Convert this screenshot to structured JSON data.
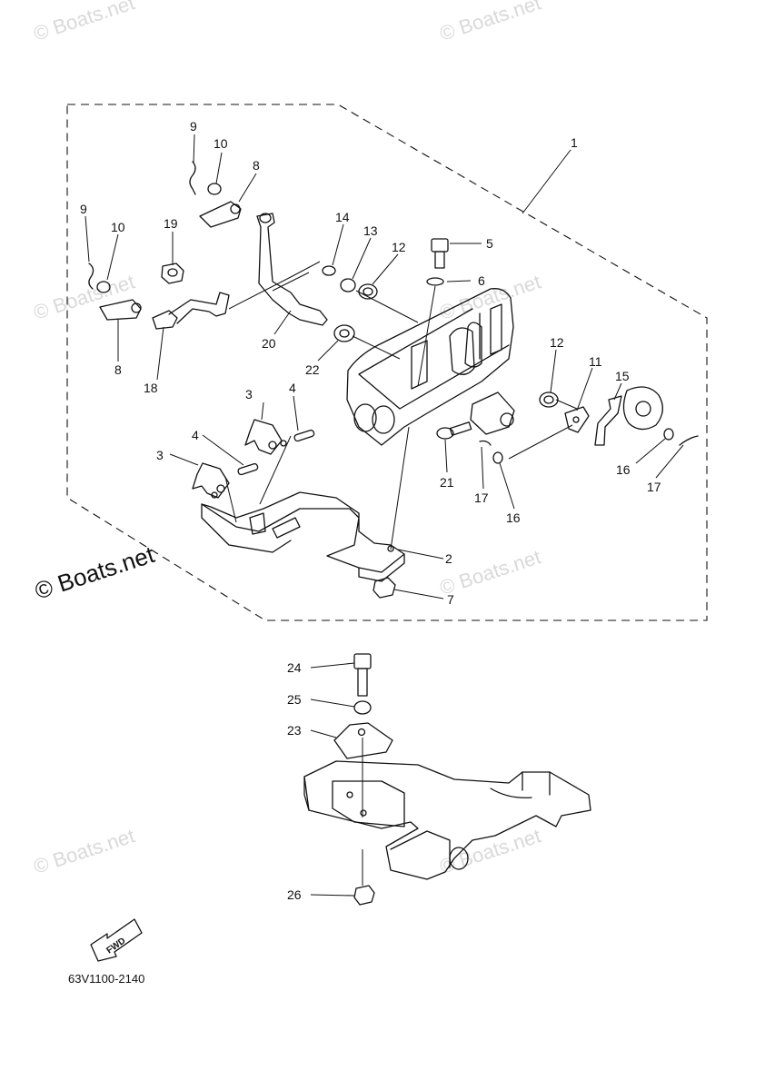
{
  "watermarks": {
    "corner": "© Boats.net",
    "main": "© Boats.net"
  },
  "callouts": {
    "c1": "1",
    "c2": "2",
    "c3a": "3",
    "c3b": "3",
    "c4a": "4",
    "c4b": "4",
    "c5": "5",
    "c6": "6",
    "c7": "7",
    "c8a": "8",
    "c8b": "8",
    "c9a": "9",
    "c9b": "9",
    "c10a": "10",
    "c10b": "10",
    "c11": "11",
    "c12a": "12",
    "c12b": "12",
    "c13": "13",
    "c14": "14",
    "c15": "15",
    "c16a": "16",
    "c16b": "16",
    "c17a": "17",
    "c17b": "17",
    "c18": "18",
    "c19": "19",
    "c20": "20",
    "c21": "21",
    "c22": "22",
    "c23": "23",
    "c24": "24",
    "c25": "25",
    "c26": "26"
  },
  "fwd_badge": "FWD",
  "diagram_code": "63V1100-2140"
}
